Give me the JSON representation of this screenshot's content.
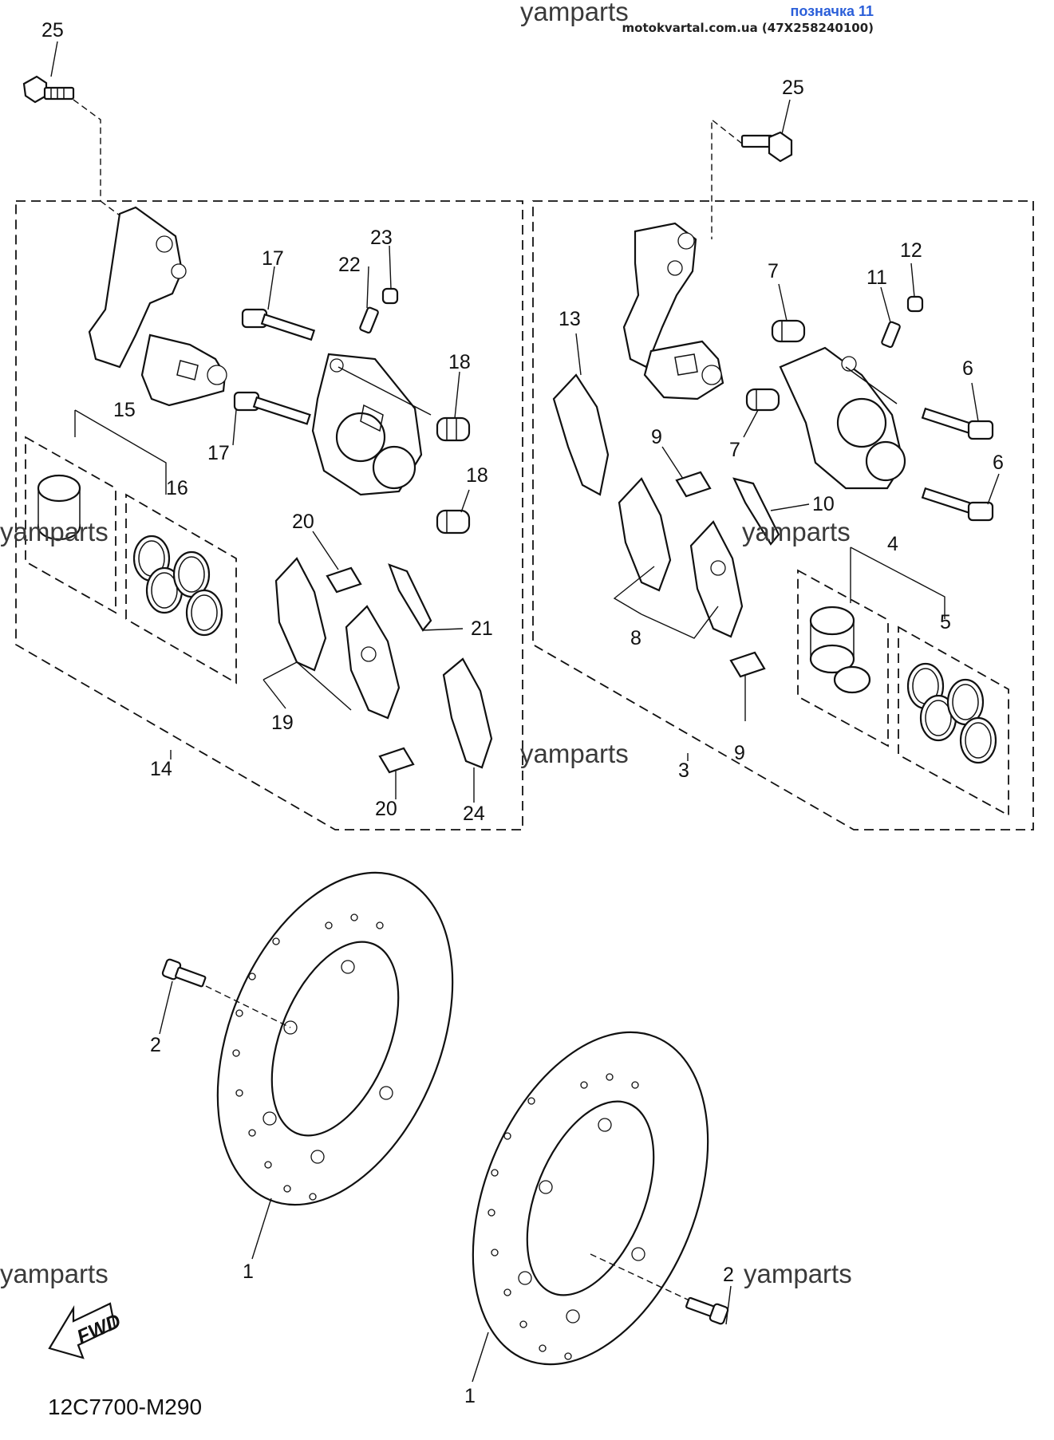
{
  "header": {
    "designation": "позначка 11",
    "source": "motokvartal.com.ua (47X258240100)"
  },
  "diagram_code": "12C7700-M290",
  "fwd_label": "FWD",
  "watermark": "yamparts",
  "labels": {
    "l25a": "25",
    "l25b": "25",
    "l23": "23",
    "l22": "22",
    "l17a": "17",
    "l17b": "17",
    "l18a": "18",
    "l18b": "18",
    "l15": "15",
    "l16": "16",
    "l20a": "20",
    "l20b": "20",
    "l21": "21",
    "l19": "19",
    "l14": "14",
    "l24": "24",
    "l13": "13",
    "l12": "12",
    "l11": "11",
    "l7a": "7",
    "l7b": "7",
    "l6a": "6",
    "l6b": "6",
    "l9a": "9",
    "l9b": "9",
    "l10": "10",
    "l8": "8",
    "l4": "4",
    "l5": "5",
    "l3": "3",
    "l2a": "2",
    "l2b": "2",
    "l1a": "1",
    "l1b": "1"
  }
}
